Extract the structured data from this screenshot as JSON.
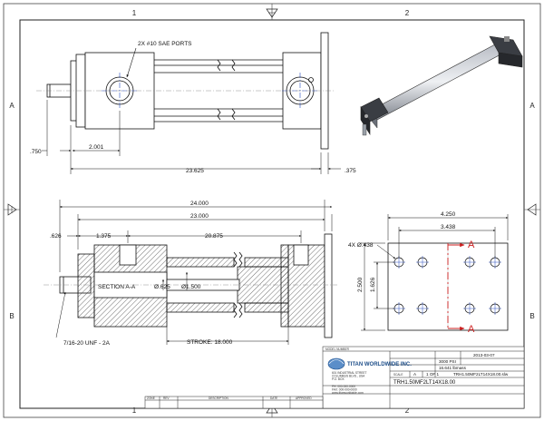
{
  "zones": {
    "columns": [
      "1",
      "2"
    ],
    "rows": [
      "A",
      "B"
    ]
  },
  "top_view": {
    "ports_note": "2X #10 SAE PORTS",
    "dims": {
      "rod_extension": ".750",
      "port_to_port_start": "2.001",
      "overall": "23.625",
      "flange": ".375"
    }
  },
  "section_view": {
    "dims": {
      "overall": "24.000",
      "body": "23.000",
      "rod_end": ".626",
      "port_offset": "1.375",
      "port_spacing": "20.875"
    },
    "labels": {
      "section": "SECTION A-A",
      "rod_dia": "Ø.625",
      "bore_dia": "Ø1.500",
      "thread": "7/16-20 UNF - 2A",
      "stroke": "STROKE: 18.000"
    }
  },
  "end_view": {
    "dims": {
      "width": "4.250",
      "bolt_spacing_h": "3.438",
      "height": "2.500",
      "bolt_spacing_v": "1.626",
      "holes": "4X Ø.438"
    },
    "section_marker": "A"
  },
  "title_block": {
    "header": "MODEL NUMBER",
    "company": "TITAN WORLDWIDE INC.",
    "address_lines": [
      "601 INDUSTRIAL STREET",
      "COLUMBUS BLVD., USA",
      "P.O. BOX",
      "PH: 000-000-0000",
      "FAX: 000-000-0000",
      "www.titanworldwide.com"
    ],
    "pressure": "3000 PSI",
    "weight": "16.641 lbmass",
    "date": "2013-03-07",
    "scale_label": "SCALE",
    "sheet": "1 OF 1",
    "size": "A",
    "file_name": "TRH1.50MF2LT14X18.00.slw",
    "part_number": "TRH1.50MF2LT14X18.00",
    "rev_headers": [
      "ZONE",
      "REV",
      "DESCRIPTION",
      "DATE",
      "APPROVED"
    ]
  }
}
